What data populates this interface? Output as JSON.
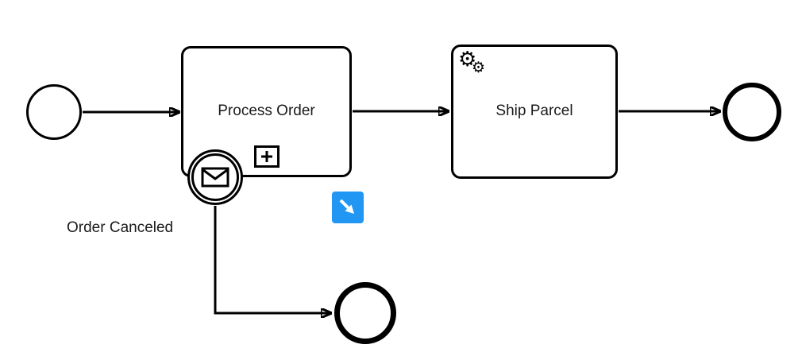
{
  "diagram": {
    "type": "BPMN process diagram",
    "background": "#ffffff",
    "stroke_color": "#000000",
    "tasks": {
      "process_order": {
        "label": "Process Order",
        "kind": "collapsed-subprocess",
        "marker": "plus-marker"
      },
      "ship_parcel": {
        "label": "Ship Parcel",
        "kind": "service-task",
        "icon": "gears-icon"
      }
    },
    "events": {
      "start": {
        "kind": "start-event"
      },
      "end_main": {
        "kind": "end-event"
      },
      "end_canceled": {
        "kind": "end-event"
      },
      "boundary_message": {
        "kind": "message-boundary-event",
        "label": "Order Canceled",
        "icon": "envelope-icon"
      }
    },
    "flows": [
      {
        "from": "start",
        "to": "process_order"
      },
      {
        "from": "process_order",
        "to": "ship_parcel"
      },
      {
        "from": "ship_parcel",
        "to": "end_main"
      },
      {
        "from": "boundary_message",
        "to": "end_canceled"
      }
    ],
    "overlay": {
      "name": "drilldown-button",
      "color": "#2196f3",
      "icon": "arrow-down-right-icon"
    },
    "icons": {
      "gear": "⚙"
    }
  }
}
